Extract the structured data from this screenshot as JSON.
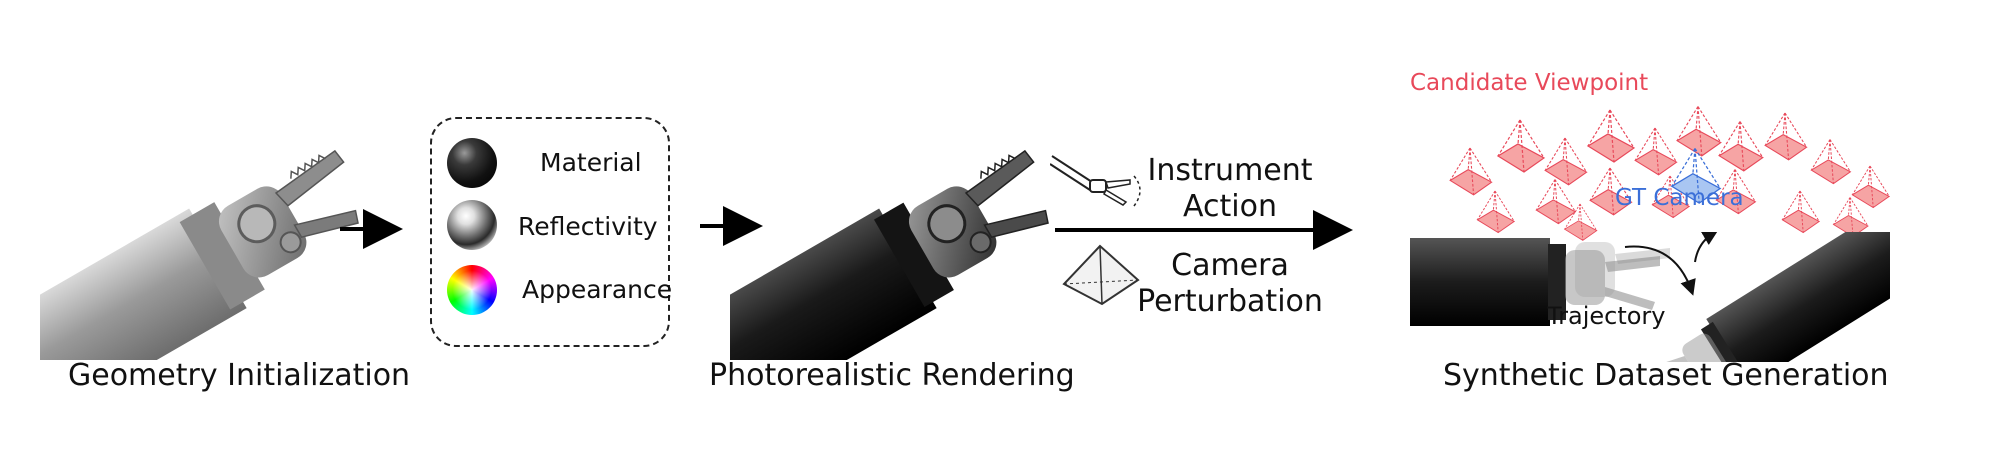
{
  "captions": {
    "geometry": "Geometry Initialization",
    "rendering": "Photorealistic Rendering",
    "synthetic": "Synthetic Dataset Generation"
  },
  "properties": [
    {
      "label": "Material",
      "icon": "black-sphere-icon"
    },
    {
      "label": "Reflectivity",
      "icon": "chrome-sphere-icon"
    },
    {
      "label": "Appearance",
      "icon": "color-wheel-sphere-icon"
    }
  ],
  "actions": {
    "instrument_line1": "Instrument",
    "instrument_line2": "Action",
    "camera_line1": "Camera",
    "camera_line2": "Perturbation"
  },
  "scene": {
    "candidate_viewpoint": "Candidate Viewpoint",
    "gt_camera": "GT Camera",
    "trajectory": "Trajectory"
  },
  "colors": {
    "candidate": "#e8495a",
    "gt_camera": "#3b6fd8",
    "pyramid_fill": "#f6a4a4",
    "gt_fill": "#a9c6f2"
  }
}
